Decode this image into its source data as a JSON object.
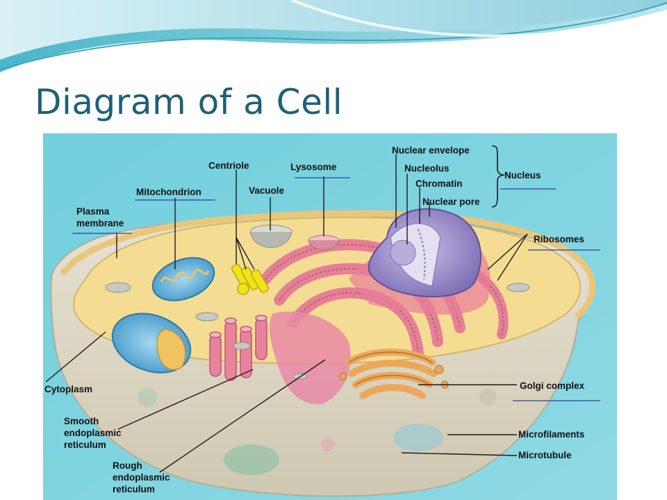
{
  "slide": {
    "title": "Diagram of a Cell"
  },
  "diagram": {
    "labels": {
      "plasma_membrane": [
        "Plasma",
        "membrane"
      ],
      "mitochondrion": "Mitochondrion",
      "centriole": "Centriole",
      "lysosome": "Lysosome",
      "vacuole": "Vacuole",
      "nuclear_envelope": "Nuclear envelope",
      "nucleolus": "Nucleolus",
      "chromatin": "Chromatin",
      "nuclear_pore": "Nuclear pore",
      "nucleus": "Nucleus",
      "ribosomes": "Ribosomes",
      "cytoplasm": "Cytoplasm",
      "smooth_er": [
        "Smooth",
        "endoplasmic",
        "reticulum"
      ],
      "rough_er": [
        "Rough",
        "endoplasmic",
        "reticulum"
      ],
      "golgi_complex": "Golgi complex",
      "microfilaments": "Microfilaments",
      "microtubule": "Microtubule"
    },
    "colors": {
      "background": "#7cd3df",
      "cytoplasm": "#f4dd92",
      "nucleus": "#9b8bc6",
      "rough_er": "#e77d9a",
      "golgi": "#eba85b",
      "mitochondrion": "#6ab3dc",
      "centriole": "#f1e21b",
      "label_underline": "#2b3fa0"
    }
  }
}
